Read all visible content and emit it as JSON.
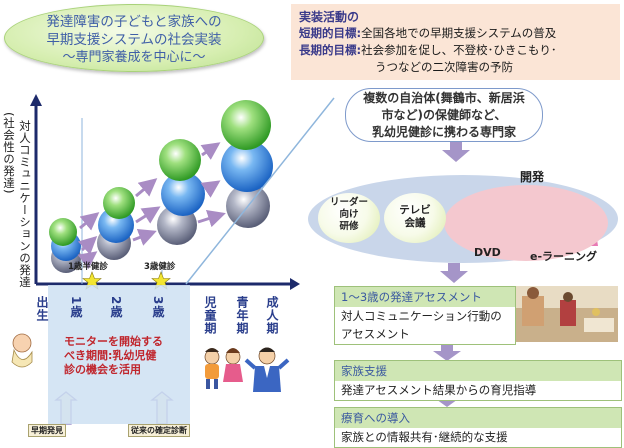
{
  "title": {
    "line1": "発達障害の子どもと家族への",
    "line2": "早期支援システムの社会実装",
    "subtitle": "〜専門家養成を中心に〜"
  },
  "goals": {
    "heading": "実装活動の",
    "short_label": "短期的目標:",
    "short_text": "全国各地での早期支援システムの普及",
    "long_label": "長期的目標:",
    "long_text1": "社会参加を促し、不登校･ひきこもり･",
    "long_text2": "うつなどの二次障害の予防"
  },
  "experts": {
    "line1": "複数の自治体(舞鶴市、新居浜",
    "line2": "市など)の保健師など、",
    "line3": "乳幼児健診に携わる専門家"
  },
  "methods": {
    "kaihatsu": "開発",
    "leader_training": "リーダー\n向け\n研修",
    "tv_conference": "テレビ\n会議",
    "dvd": "DVD",
    "elearning": "e-ラーニング"
  },
  "steps": [
    {
      "head": "1〜3歳の発達アセスメント",
      "body1": "対人コミュニケーション行動の",
      "body2": "アセスメント"
    },
    {
      "head": "家族支援",
      "body1": "発達アセスメント結果からの育児指導"
    },
    {
      "head": "療育への導入",
      "body1": "家族との情報共有･継続的な支援"
    }
  ],
  "chart": {
    "y_axis_label": "対人コミュニケーションの発達",
    "y_axis_sub": "(社会性の発達)",
    "checkup_1": "1歳半健診",
    "checkup_3": "3歳健診",
    "ages": [
      "出生",
      "1歳",
      "2歳",
      "3歳"
    ],
    "stages": [
      "児童期",
      "青年期",
      "成人期"
    ],
    "monitor_text": "モニターを開始するべき期間:乳幼児健診の機会を活用",
    "early_detection": "早期発見",
    "diagnosis": "従来の確定診断"
  },
  "colors": {
    "green": "#4bb73a",
    "blue": "#2f7fd8",
    "gray": "#7a7f96",
    "arrow": "#a98cc4",
    "axis": "#1d2a6b",
    "step_arrow": "#a595c8"
  }
}
